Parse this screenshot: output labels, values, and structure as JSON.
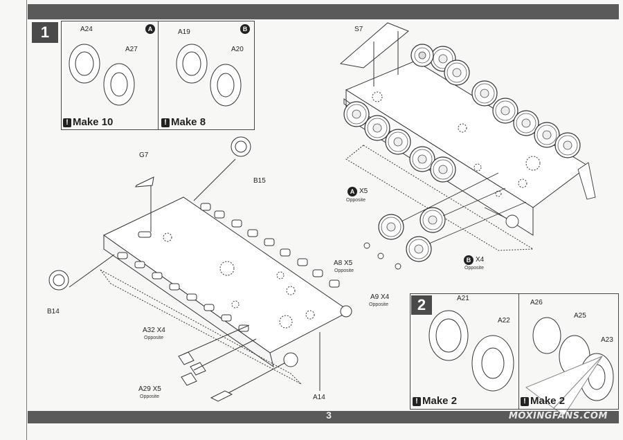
{
  "page": {
    "number": "3",
    "watermark": "MOXINGFANS.COM"
  },
  "step1": {
    "number": "1",
    "inset_a": {
      "badge": "A",
      "parts": [
        "A24",
        "A27"
      ],
      "note": "Make 10"
    },
    "inset_b": {
      "badge": "B",
      "parts": [
        "A19",
        "A20"
      ],
      "note": "Make 8"
    },
    "labels": {
      "s7": "S7",
      "g7": "G7",
      "b15": "B15",
      "b14": "B14",
      "a14": "A14",
      "a32": "A32 X4",
      "a32_sub": "Opposite",
      "a29": "A29 X5",
      "a29_sub": "Opposite",
      "a_x5_badge": "A",
      "a_x5": "X5",
      "a_x5_sub": "Opposite",
      "a8": "A8 X5",
      "a8_sub": "Opposite",
      "a9": "A9 X4",
      "a9_sub": "Opposite",
      "b_x4_badge": "B",
      "b_x4": "X4",
      "b_x4_sub": "Opposite"
    }
  },
  "step2": {
    "number": "2",
    "left": {
      "parts": [
        "A21",
        "A22"
      ],
      "note": "Make 2"
    },
    "right": {
      "parts": [
        "A26",
        "A25",
        "A23"
      ],
      "note": "Make 2"
    }
  },
  "icons": [
    "exclamation-icon",
    "road-wheel-icon",
    "drive-sprocket-icon",
    "idler-wheel-icon",
    "paper-plane-logo-icon"
  ]
}
